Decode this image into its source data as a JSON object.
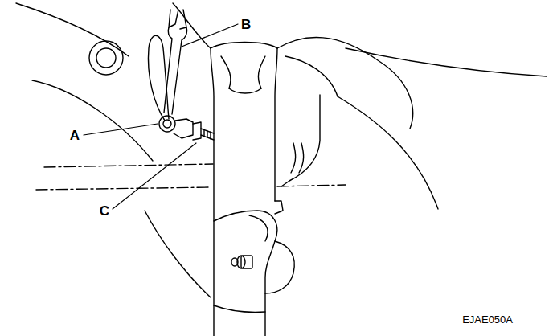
{
  "diagram": {
    "labels": [
      "B",
      "A",
      "C",
      "EJAE050A"
    ]
  }
}
